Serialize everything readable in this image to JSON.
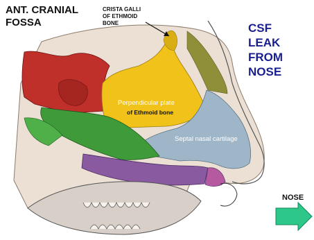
{
  "labels": {
    "ant_cranial_fossa": "ANT. CRANIAL\nFOSSA",
    "crista_galli": "CRISTA GALLI\nOF ETHMOID\nBONE",
    "csf_leak": "CSF\nLEAK\nFROM\nNOSE",
    "perpendicular_plate_1": "Perpendicular plate",
    "perpendicular_plate_2": "of Ethmoid bone",
    "septal_cartilage": "Septal nasal cartilage",
    "nose_arrow_label": "NOSE"
  },
  "colors": {
    "frontal_sinus_red": "#c0302a",
    "ethmoid_yellow": "#f0c21a",
    "cartilage_blue": "#9fb6c8",
    "vomer_green": "#3f9a3a",
    "palate_purple": "#8a5aa0",
    "nasal_bone_olive": "#8f8f3a",
    "csf_label_navy": "#1a1f8f",
    "arrow_green": "#2ec78a"
  }
}
